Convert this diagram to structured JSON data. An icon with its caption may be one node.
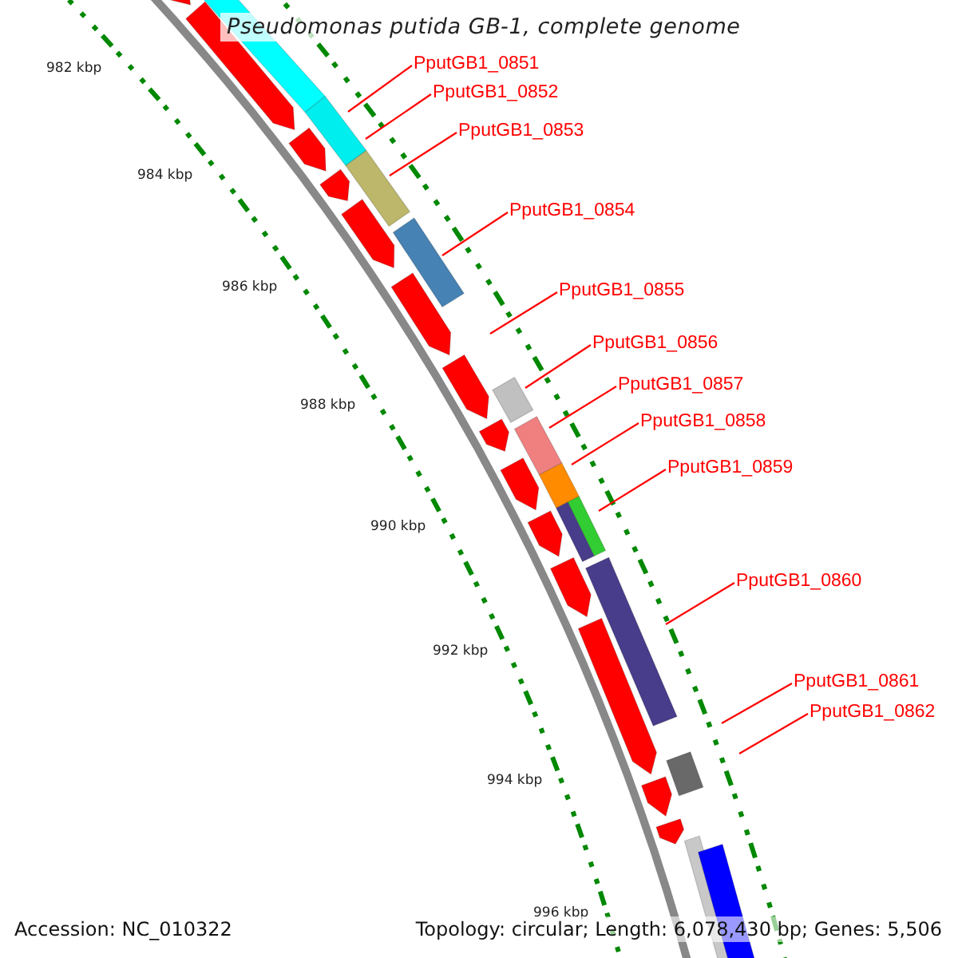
{
  "diagram": {
    "title": "Pseudomonas putida GB-1, complete genome",
    "nodes": [
      {
        "text": [
          "PputGB1_0851"
        ]
      },
      {
        "text": [
          "PputGB1_0852"
        ]
      },
      {
        "text": [
          "PputGB1_0853"
        ]
      },
      {
        "text": [
          "PputGB1_0854"
        ]
      },
      {
        "text": [
          "PputGB1_0855"
        ]
      },
      {
        "text": [
          "PputGB1_0856"
        ]
      },
      {
        "text": [
          "PputGB1_0857"
        ]
      },
      {
        "text": [
          "PputGB1_0858"
        ]
      },
      {
        "text": [
          "PputGB1_0859"
        ]
      },
      {
        "text": [
          "PputGB1_0860"
        ]
      },
      {
        "text": [
          "PputGB1_0861"
        ]
      },
      {
        "text": [
          "PputGB1_0862"
        ]
      }
    ],
    "edges": [
      {
        "from": 0,
        "to": null,
        "arrow": "none"
      },
      {
        "from": 1,
        "to": null,
        "arrow": "none"
      },
      {
        "from": 2,
        "to": null,
        "arrow": "none"
      },
      {
        "from": 3,
        "to": null,
        "arrow": "none"
      },
      {
        "from": 4,
        "to": null,
        "arrow": "none"
      },
      {
        "from": 5,
        "to": null,
        "arrow": "none"
      },
      {
        "from": 6,
        "to": null,
        "arrow": "none"
      },
      {
        "from": 7,
        "to": null,
        "arrow": "none"
      },
      {
        "from": 8,
        "to": null,
        "arrow": "none"
      },
      {
        "from": 9,
        "to": null,
        "arrow": "none"
      },
      {
        "from": 10,
        "to": null,
        "arrow": "none"
      },
      {
        "from": 11,
        "to": null,
        "arrow": "none"
      }
    ],
    "labels": [
      "982 kbp",
      "984 kbp",
      "986 kbp",
      "988 kbp",
      "990 kbp",
      "992 kbp",
      "994 kbp",
      "996 kbp",
      "Accession: NC_010322",
      "Topology: circular; Length: 6,078,430 bp; Genes: 5,506"
    ]
  }
}
